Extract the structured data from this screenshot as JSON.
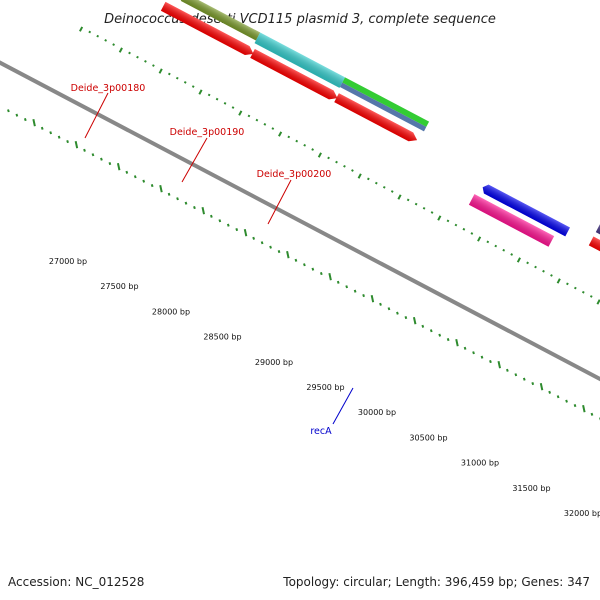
{
  "title": "Deinococcus deserti VCD115 plasmid 3, complete sequence",
  "footer": {
    "accession": "Accession: NC_012528",
    "summary": "Topology: circular; Length: 396,459 bp; Genes: 347"
  },
  "scale_labels": [
    "27000 bp",
    "27500 bp",
    "28000 bp",
    "28500 bp",
    "29000 bp",
    "29500 bp",
    "30000 bp",
    "30500 bp",
    "31000 bp",
    "31500 bp",
    "32000 bp"
  ],
  "gene_labels": [
    {
      "text": "Deide_3p00180",
      "color": "#cc0000"
    },
    {
      "text": "Deide_3p00190",
      "color": "#cc0000"
    },
    {
      "text": "Deide_3p00200",
      "color": "#cc0000"
    },
    {
      "text": "recA",
      "color": "#0000cc"
    }
  ],
  "colors": {
    "backbone": "#888888",
    "cds": "#ff0000",
    "orange": "#ff9900",
    "olive": "#7a9a2a",
    "cyan": "#33cccc",
    "green": "#33cc33",
    "steel": "#5577aa",
    "blue": "#0000ee",
    "pink": "#ff1493",
    "purple": "#4a3a8a",
    "tick_green": "#2e8b2e"
  }
}
